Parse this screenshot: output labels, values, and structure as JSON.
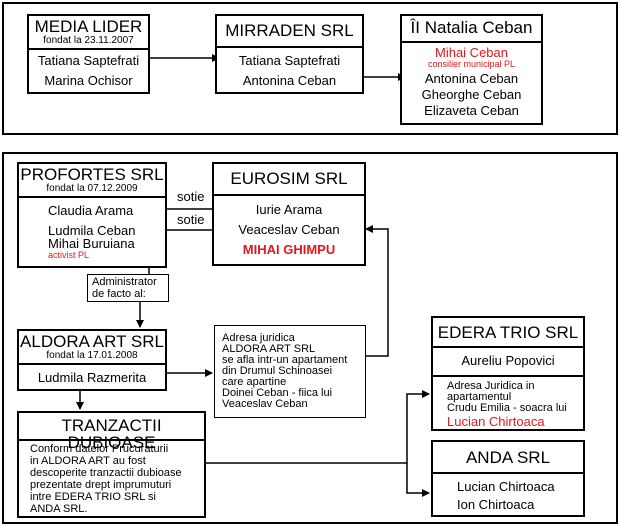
{
  "media_lider": {
    "title": "MEDIA LIDER",
    "founded": "fondat la 23.11.2007",
    "people": [
      "Tatiana Saptefrati",
      "Marina Ochisor"
    ]
  },
  "mirraden": {
    "title": "MIRRADEN SRL",
    "people": [
      "Tatiana Saptefrati",
      "Antonina Ceban"
    ]
  },
  "natalia": {
    "title": "ÎI Natalia Ceban",
    "highlight": "Mihai Ceban",
    "highlight_note": "consilier municipal PL",
    "people": [
      "Antonina Ceban",
      "Gheorghe Ceban",
      "Elizaveta Ceban"
    ]
  },
  "profortes": {
    "title": "PROFORTES SRL",
    "founded": "fondat la 07.12.2009",
    "people": [
      "Claudia Arama",
      "Ludmila Ceban",
      "Mihai Buruiana"
    ],
    "note": "activist PL"
  },
  "relations": {
    "sotie_1": "sotie",
    "sotie_2": "sotie"
  },
  "eurosim": {
    "title": "EUROSIM SRL",
    "people": [
      "Iurie Arama",
      "Veaceslav Ceban"
    ],
    "highlight": "MIHAI GHIMPU"
  },
  "admin_box": {
    "lines": [
      "Administrator",
      "de facto al:"
    ]
  },
  "aldora": {
    "title": "ALDORA ART SRL",
    "founded": "fondat la 17.01.2008",
    "person": "Ludmila Razmerita"
  },
  "adresa_box": {
    "lines": [
      "Adresa juridica",
      "ALDORA ART SRL",
      "se afla intr-un apartament",
      "din Drumul Schinoasei",
      "care apartine",
      "Doinei Ceban - fiica lui",
      "Veaceslav Ceban"
    ]
  },
  "tranzactii": {
    "title": "TRANZACTII DUBIOASE",
    "lines": [
      "Conform datelor Prucuraturii",
      "in ALDORA ART au fost",
      "descoperite tranzactii dubioase",
      "prezentate drept imprumuturi",
      "intre EDERA TRIO SRL si",
      "ANDA SRL."
    ]
  },
  "edera": {
    "title": "EDERA TRIO SRL",
    "person": "Aureliu Popovici",
    "lines": [
      "Adresa Juridica in",
      "apartamentul",
      "Crudu Emilia - soacra lui"
    ],
    "highlight": "Lucian Chirtoaca"
  },
  "anda": {
    "title": "ANDA SRL",
    "people": [
      "Lucian Chirtoaca",
      "Ion Chirtoaca"
    ]
  }
}
